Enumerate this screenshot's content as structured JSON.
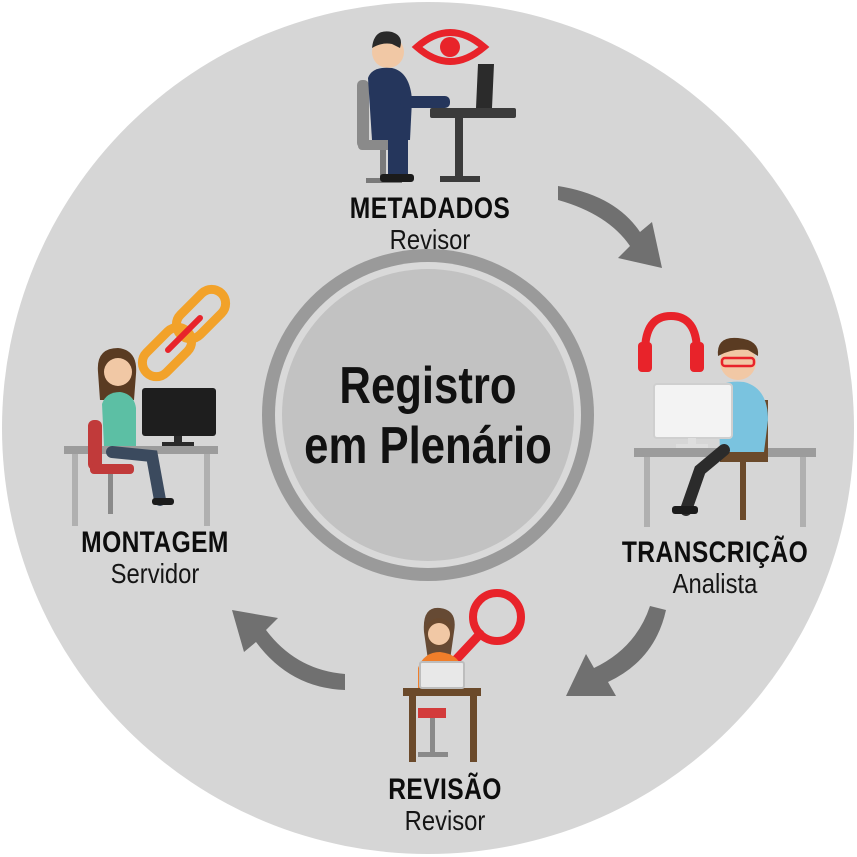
{
  "center": {
    "line1": "Registro",
    "line2": "em Plenário"
  },
  "steps": [
    {
      "id": "metadados",
      "title": "METADADOS",
      "role": "Revisor",
      "icon": "eye-icon"
    },
    {
      "id": "transcricao",
      "title": "TRANSCRIÇÃO",
      "role": "Analista",
      "icon": "headphones-icon"
    },
    {
      "id": "revisao",
      "title": "REVISÃO",
      "role": "Revisor",
      "icon": "magnifier-icon"
    },
    {
      "id": "montagem",
      "title": "MONTAGEM",
      "role": "Servidor",
      "icon": "chain-link-icon"
    }
  ],
  "colors": {
    "outer_circle": "#d6d6d6",
    "center_ring": "#9a9a9a",
    "center_fill": "#c4c4c4",
    "arrow": "#6f6f6f",
    "icon_red": "#e8232a",
    "icon_orange": "#f2a22a"
  }
}
